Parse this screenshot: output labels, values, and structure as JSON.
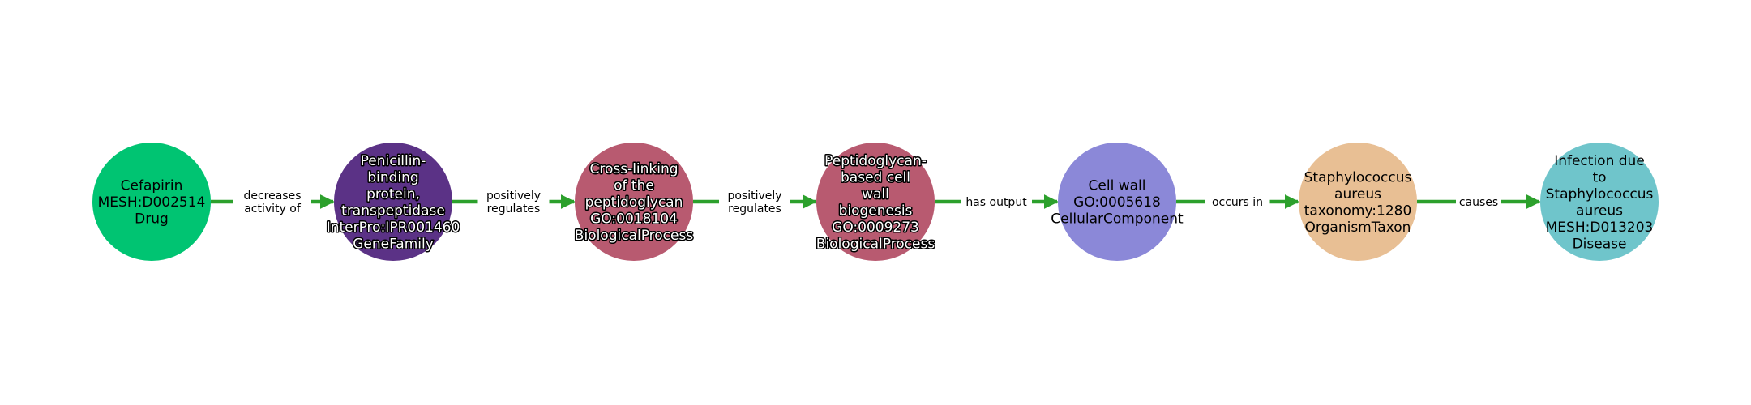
{
  "graph": {
    "edge_color": "#2ca02c",
    "nodes": [
      {
        "lines": [
          "Cefapirin",
          "MESH:D002514",
          "Drug"
        ],
        "color": "#00c472",
        "text_style": "plain"
      },
      {
        "lines": [
          "Penicillin-",
          "binding",
          "protein,",
          "transpeptidase",
          "InterPro:IPR001460",
          "GeneFamily"
        ],
        "color": "#5b3286",
        "text_style": "outlined"
      },
      {
        "lines": [
          "Cross-linking",
          "of the",
          "peptidoglycan",
          "GO:0018104",
          "BiologicalProcess"
        ],
        "color": "#b85a70",
        "text_style": "outlined"
      },
      {
        "lines": [
          "Peptidoglycan-",
          "based cell",
          "wall",
          "biogenesis",
          "GO:0009273",
          "BiologicalProcess"
        ],
        "color": "#b85a70",
        "text_style": "outlined"
      },
      {
        "lines": [
          "Cell wall",
          "GO:0005618",
          "CellularComponent"
        ],
        "color": "#8b88d8",
        "text_style": "plain"
      },
      {
        "lines": [
          "Staphylococcus",
          "aureus",
          "taxonomy:1280",
          "OrganismTaxon"
        ],
        "color": "#e8bf94",
        "text_style": "plain"
      },
      {
        "lines": [
          "Infection due",
          "to",
          "Staphylococcus",
          "aureus",
          "MESH:D013203",
          "Disease"
        ],
        "color": "#6fc5cb",
        "text_style": "plain"
      }
    ],
    "edges": [
      {
        "lines": [
          "decreases",
          "activity of"
        ]
      },
      {
        "lines": [
          "positively",
          "regulates"
        ]
      },
      {
        "lines": [
          "positively",
          "regulates"
        ]
      },
      {
        "lines": [
          "has output"
        ]
      },
      {
        "lines": [
          "occurs in"
        ]
      },
      {
        "lines": [
          "causes"
        ]
      }
    ]
  }
}
